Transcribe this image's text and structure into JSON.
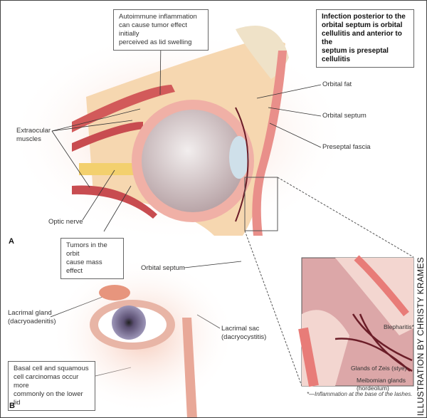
{
  "panel_a": {
    "letter": "A",
    "callouts": {
      "autoimmune": [
        "Autoimmune inflammation",
        "can cause tumor effect initially",
        "perceived as lid swelling"
      ],
      "infection": [
        "Infection posterior to the",
        "orbital septum is orbital",
        "cellulitis and anterior to the",
        "septum is preseptal cellulitis"
      ],
      "tumors": [
        "Tumors in the orbit",
        "cause mass effect"
      ]
    },
    "labels": {
      "orbital_fat": "Orbital fat",
      "orbital_septum_upper": "Orbital septum",
      "preseptal_fascia": "Preseptal fascia",
      "extraocular_muscles": [
        "Extraocular",
        "muscles"
      ],
      "optic_nerve": "Optic nerve",
      "orbital_septum_lower": "Orbital septum"
    }
  },
  "inset": {
    "blepharitis": "Blepharitis*",
    "glands_of_zeis": "Glands of Zeis (stye)",
    "meibomian": [
      "Meibomian glands",
      "(hordeolum)"
    ],
    "footnote": "*—Inflammation at the base of the lashes."
  },
  "panel_b": {
    "letter": "B",
    "lacrimal_gland": [
      "Lacrimal gland",
      "(dacryoadenitis)"
    ],
    "lacrimal_sac": [
      "Lacrimal sac",
      "(dacryocystitis)"
    ],
    "carcinoma": [
      "Basal cell and squamous",
      "cell carcinomas occur more",
      "commonly on the lower lid"
    ]
  },
  "credit": "ILLUSTRATION BY CHRISTY KRAMES"
}
